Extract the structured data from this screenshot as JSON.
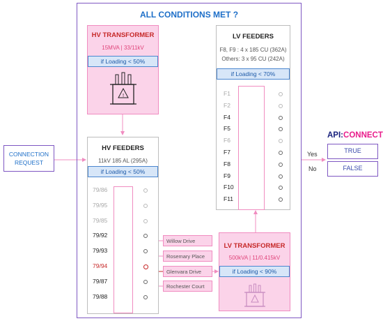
{
  "title": "ALL CONDITIONS MET ?",
  "connection_request": "CONNECTION\nREQUEST",
  "hv_transformer": {
    "title": "HV TRANSFORMER",
    "spec": "15MVA | 33/11kV",
    "condition": "if Loading < 50%"
  },
  "hv_feeders": {
    "title": "HV FEEDERS",
    "spec": "11kV 185 AL (295A)",
    "condition": "if Loading < 50%",
    "items": [
      {
        "label": "79/86",
        "state": "dim"
      },
      {
        "label": "79/95",
        "state": "dim"
      },
      {
        "label": "79/85",
        "state": "dim"
      },
      {
        "label": "79/92",
        "state": "active"
      },
      {
        "label": "79/93",
        "state": "active"
      },
      {
        "label": "79/94",
        "state": "selected"
      },
      {
        "label": "79/87",
        "state": "active"
      },
      {
        "label": "79/88",
        "state": "active"
      }
    ]
  },
  "streets": [
    "Willow Drive",
    "Rosemary Place",
    "Glenvara Drive",
    "Rochester Court"
  ],
  "lv_feeders": {
    "title": "LV FEEDERS",
    "spec_line1": "F8, F9 : 4 x 185 CU (362A)",
    "spec_line2": "Others: 3 x 95 CU (242A)",
    "condition": "if Loading < 70%",
    "items": [
      {
        "label": "F1",
        "state": "dim"
      },
      {
        "label": "F2",
        "state": "dim"
      },
      {
        "label": "F4",
        "state": "active"
      },
      {
        "label": "F5",
        "state": "active"
      },
      {
        "label": "F6",
        "state": "dim"
      },
      {
        "label": "F7",
        "state": "active"
      },
      {
        "label": "F8",
        "state": "active"
      },
      {
        "label": "F9",
        "state": "active"
      },
      {
        "label": "F10",
        "state": "active"
      },
      {
        "label": "F11",
        "state": "active"
      }
    ]
  },
  "lv_transformer": {
    "title": "LV TRANSFORMER",
    "spec": "500kVA | 11/0.415kV",
    "condition": "if Loading < 90%"
  },
  "api": {
    "prefix": "API",
    "sep": ":",
    "suffix": "CONNECT",
    "true_label": "TRUE",
    "false_label": "FALSE"
  },
  "yes_label": "Yes",
  "no_label": "No",
  "colors": {
    "frame": "#7e57c2",
    "pink_fill": "#fbd3e9",
    "pink_line": "#f08cc0",
    "blue_text": "#1e6fc8",
    "red_title": "#c62828",
    "api_prefix": "#1a237e",
    "api_suffix": "#e91e8c"
  }
}
